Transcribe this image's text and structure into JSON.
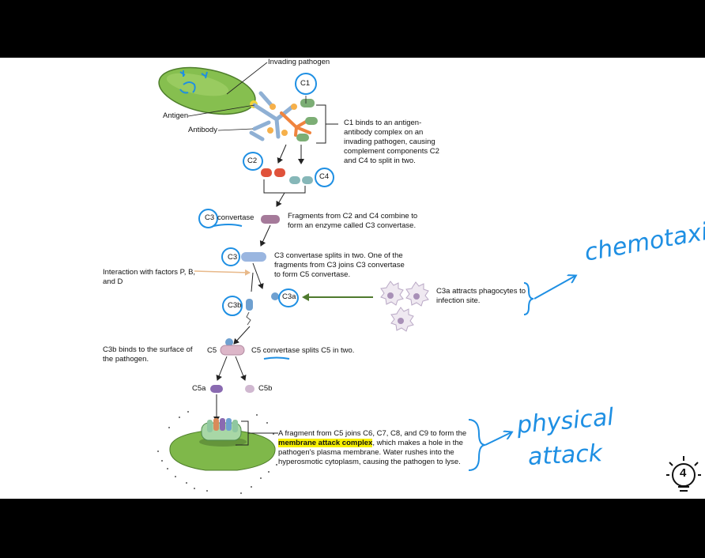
{
  "labels": {
    "invading_pathogen": "Invading pathogen",
    "antigen": "Antigen",
    "antibody": "Antibody",
    "c1": "C1",
    "c2": "C2",
    "c4": "C4",
    "c3_convertase_label": "convertase",
    "c3_convertase_prefix": "C3",
    "c3": "C3",
    "c3a": "C3a",
    "c3b": "C3b",
    "c5": "C5",
    "c5a": "C5a",
    "c5b": "C5b"
  },
  "descriptions": {
    "step1": "C1 binds to an antigen-antibody complex on an invading pathogen, causing complement components C2 and C4 to split in two.",
    "step2": "Fragments from C2 and C4 combine to form an enzyme called C3 convertase.",
    "step3": "C3 convertase splits in two. One of the fragments from C3 joins C3 convertase to form C5 convertase.",
    "factors": "Interaction with factors P, B, and D",
    "c3a_attracts": "C3a attracts phagocytes to infection site.",
    "c3b_binds": "C3b binds to the surface of the pathogen.",
    "c5_splits": "C5 convertase splits C5 in two.",
    "mac_before": "A fragment  from C5 joins C6, C7, C8, and C9 to form the",
    "mac_highlight": "membrane attack complex",
    "mac_after": ", which makes a hole in the pathogen's plasma membrane. Water rushes into the hyperosmotic cytoplasm, causing the pathogen to lyse."
  },
  "annotations": {
    "chemotaxis": "chemotaxis",
    "physical_line1": "physical",
    "physical_line2": "attack",
    "badge_number": "4"
  },
  "colors": {
    "pen": "#1e8fe3",
    "highlight": "#f7f000",
    "pathogen_green": "#7fb84a",
    "arrow_green": "#4f7a2e"
  }
}
